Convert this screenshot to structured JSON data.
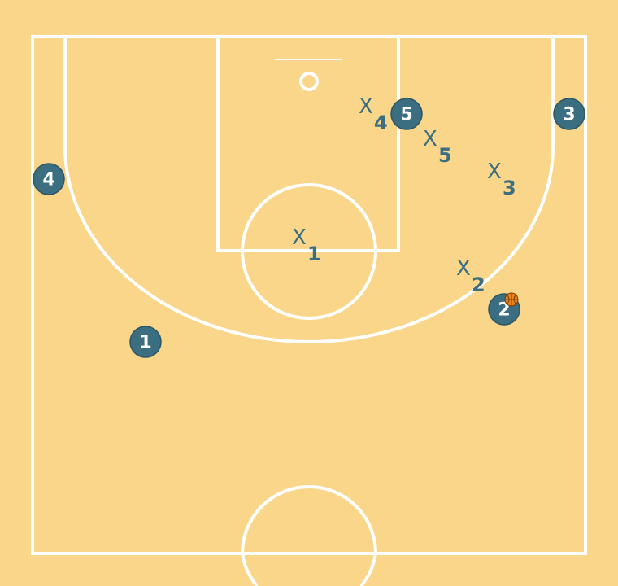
{
  "court": {
    "background_color": "#fad68a",
    "line_color": "#ffffff",
    "player_color": "#3a6e80",
    "ball_color": "#e8861c"
  },
  "offense": [
    {
      "id": "o1",
      "label": "1"
    },
    {
      "id": "o2",
      "label": "2",
      "has_ball": true
    },
    {
      "id": "o3",
      "label": "3"
    },
    {
      "id": "o4",
      "label": "4"
    },
    {
      "id": "o5",
      "label": "5"
    }
  ],
  "defense": [
    {
      "id": "x1",
      "mark": "X",
      "sub": "1"
    },
    {
      "id": "x2",
      "mark": "X",
      "sub": "2"
    },
    {
      "id": "x3",
      "mark": "X",
      "sub": "3"
    },
    {
      "id": "x4",
      "mark": "X",
      "sub": "4"
    },
    {
      "id": "x5",
      "mark": "X",
      "sub": "5"
    }
  ]
}
